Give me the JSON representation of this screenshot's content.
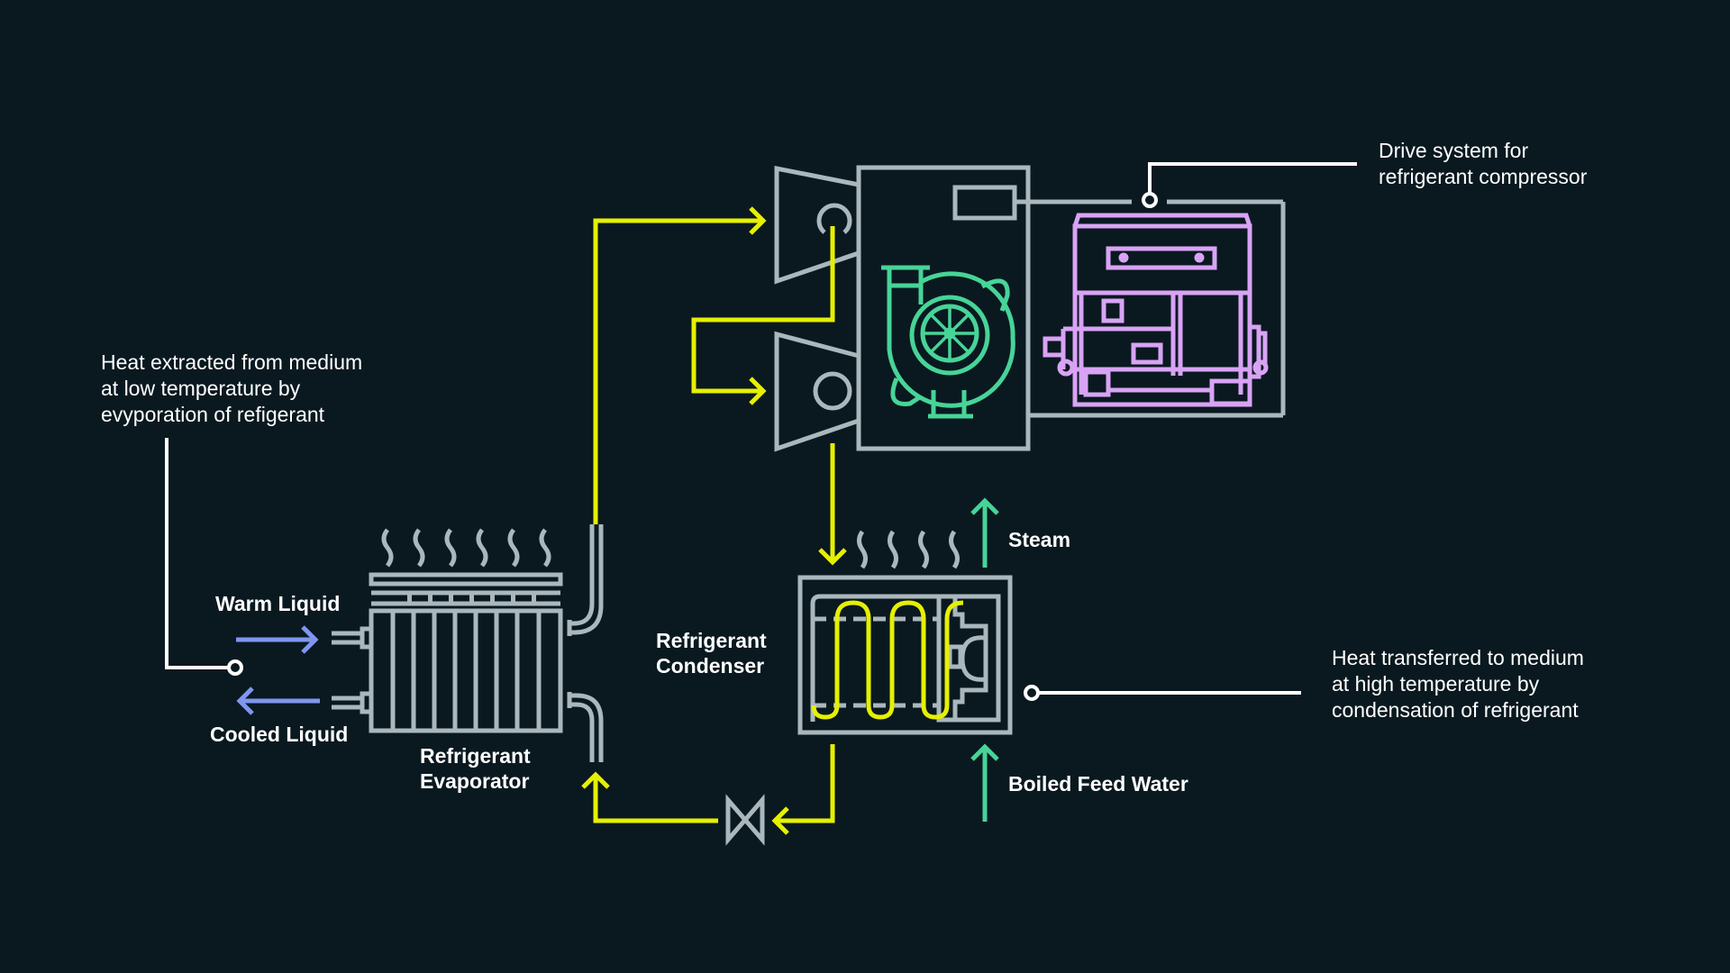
{
  "diagram": {
    "title": "Refrigerant heat pump cycle",
    "colors": {
      "background": "#0a1920",
      "equipment": "#aab8bd",
      "refrigerant_flow": "#e6f000",
      "water_flow": "#47d498",
      "liquid_flow": "#7f96f0",
      "drive_motor": "#d9a3f5",
      "callout": "#ffffff"
    },
    "labels": {
      "warm_liquid": "Warm Liquid",
      "cooled_liquid": "Cooled Liquid",
      "evaporator": [
        "Refrigerant",
        "Evaporator"
      ],
      "condenser": [
        "Refrigerant",
        "Condenser"
      ],
      "steam": "Steam",
      "boiled_feed_water": "Boiled Feed Water"
    },
    "callouts": {
      "evaporation": [
        "Heat extracted from medium",
        "at low temperature by",
        "evyporation of refigerant"
      ],
      "drive_system": [
        "Drive system for",
        "refrigerant compressor"
      ],
      "condensation": [
        "Heat transferred to medium",
        "at high temperature by",
        "condensation of refrigerant"
      ]
    },
    "components": [
      {
        "id": "evaporator",
        "icon": "radiator-icon"
      },
      {
        "id": "compressor",
        "icon": "turbo-compressor-icon"
      },
      {
        "id": "drive-motor",
        "icon": "motor-icon"
      },
      {
        "id": "condenser",
        "icon": "heat-exchanger-icon"
      },
      {
        "id": "expansion-valve",
        "icon": "valve-icon"
      }
    ],
    "flows": [
      {
        "from": "evaporator",
        "to": "compressor-stage-1",
        "medium": "refrigerant"
      },
      {
        "from": "compressor-stage-1",
        "to": "compressor-stage-2",
        "medium": "refrigerant"
      },
      {
        "from": "compressor",
        "to": "condenser",
        "medium": "refrigerant"
      },
      {
        "from": "condenser",
        "to": "expansion-valve",
        "medium": "refrigerant"
      },
      {
        "from": "expansion-valve",
        "to": "evaporator",
        "medium": "refrigerant"
      },
      {
        "from": "boiled-feed-water",
        "to": "condenser",
        "medium": "water"
      },
      {
        "from": "condenser",
        "to": "steam",
        "medium": "steam"
      },
      {
        "from": "warm-liquid",
        "to": "evaporator",
        "medium": "liquid"
      },
      {
        "from": "evaporator",
        "to": "cooled-liquid",
        "medium": "liquid"
      }
    ]
  }
}
